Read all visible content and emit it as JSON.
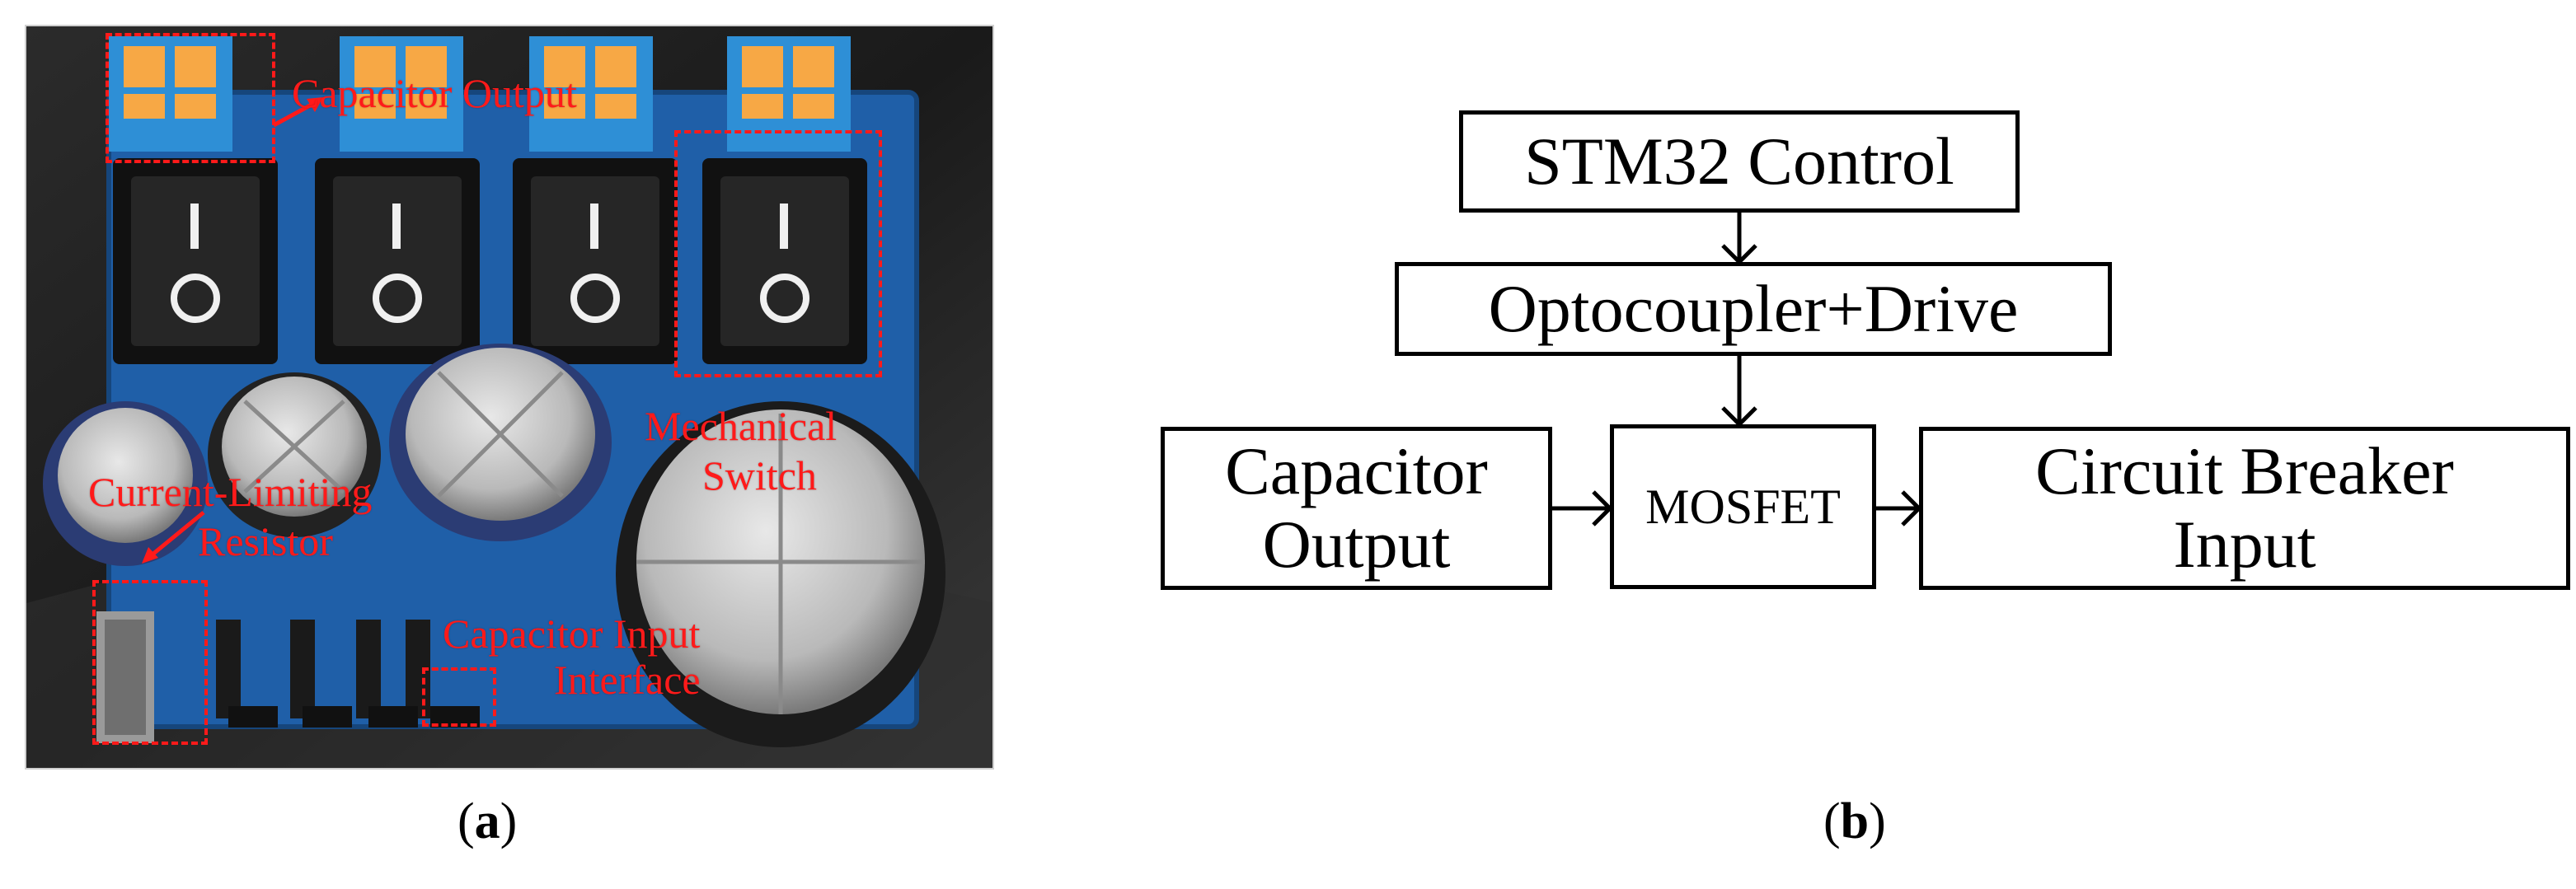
{
  "panel_a": {
    "caption_open": "(",
    "caption_letter": "a",
    "caption_close": ")",
    "annotations": {
      "capacitor_output": "Capacitor Output",
      "mechanical_switch_line1": "Mechanical",
      "mechanical_switch_line2": "Switch",
      "current_limiting_line1": "Current-Limiting",
      "current_limiting_line2": "Resistor",
      "capacitor_input_line1": "Capacitor Input",
      "capacitor_input_line2": "Interface"
    },
    "colors": {
      "annotation": "#ff1a1a",
      "pcb": "#1f5fa8",
      "terminal_block": "#2e8fd6",
      "terminal_lever": "#f7a845"
    }
  },
  "panel_b": {
    "caption_open": "(",
    "caption_letter": "b",
    "caption_close": ")",
    "blocks": {
      "stm32": "STM32 Control",
      "opto": "Optocoupler+Drive",
      "cap_output": "Capacitor\nOutput",
      "mosfet": "MOSFET",
      "breaker": "Circuit Breaker\nInput"
    }
  }
}
